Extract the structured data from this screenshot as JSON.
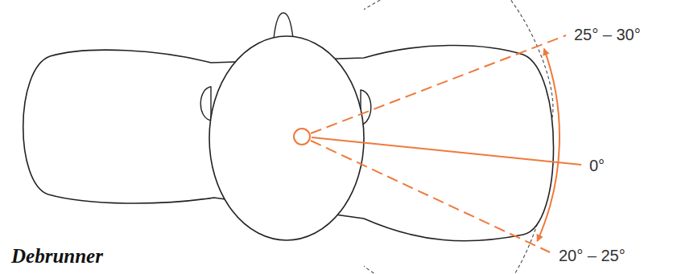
{
  "diagram": {
    "labels": [
      "25° – 30°",
      "0°",
      "20° – 25°",
      "Debrunner"
    ]
  }
}
